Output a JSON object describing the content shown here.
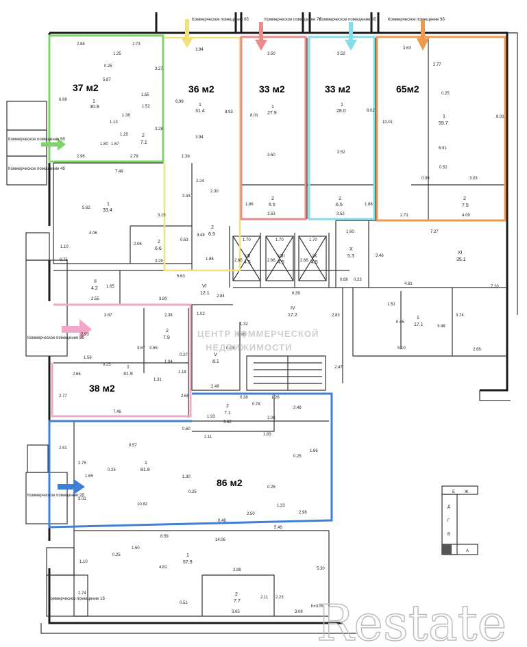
{
  "commercial_labels": {
    "p6b": "Коммерческое помещение 6б",
    "p7b": "Коммерческое помещение 7б",
    "p8b": "Коммерческое помещение 8б",
    "p9b": "Коммерческое помещение 9б",
    "p5b": "Коммерческое помещение 5б",
    "p4b": "Коммерческое помещение 4б",
    "p3b": "Коммерческое помещение 3б",
    "p2b": "Коммерческое помещение 2б",
    "p1b": "Коммерческое помещение 1б"
  },
  "areas": {
    "a37": "37 м2",
    "a36": "36 м2",
    "a33a": "33 м2",
    "a33b": "33 м2",
    "a65": "65м2",
    "a38": "38 м2",
    "a86": "86 м2"
  },
  "rooms": {
    "r37_1": "1",
    "r37_1v": "30.8",
    "r37_2": "2",
    "r37_2v": "7.1",
    "r36_1": "1",
    "r36_1v": "31.4",
    "r33a_1": "1",
    "r33a_1v": "27.9",
    "r33a_2": "2",
    "r33a_2v": "6.5",
    "r33b_1": "1",
    "r33b_1v": "28.0",
    "r33b_2": "2",
    "r33b_2v": "6.5",
    "r65_1": "1",
    "r65_1v": "59.7",
    "r65_2": "2",
    "r65_2v": "7.5",
    "r_mid1": "1",
    "r_mid1v": "33.4",
    "r_mid2": "2",
    "r_mid2v": "6.6",
    "r_mid3": "2",
    "r_mid3v": "6.9",
    "r_II": "II",
    "r_IIv": "4.2",
    "r_VI": "VI",
    "r_VIv": "12.1",
    "r_VII": "VII",
    "r_VIIv": "4.5",
    "r_VIII": "VIII",
    "r_VIIIv": "4.5",
    "r_IX": "IX",
    "r_IXv": "4.5",
    "r_X": "X",
    "r_Xv": "5.3",
    "r_XI": "XI",
    "r_XIv": "35.1",
    "r_IV": "IV",
    "r_IVv": "17.2",
    "r_V": "V",
    "r_Vv": "8.1",
    "r_r1": "1",
    "r_r1v": "17.1",
    "r38_1": "1",
    "r38_1v": "31.9",
    "r38_2": "2",
    "r38_2v": "7.9",
    "r86_1": "1",
    "r86_1v": "81.8",
    "r86_2": "2",
    "r86_2v": "7.1",
    "rb_1": "1",
    "rb_1v": "57.9",
    "rb_2": "2",
    "rb_2v": "7.7"
  },
  "dims": {
    "d288": "2.88",
    "d273": "2.73",
    "d125": "1.25",
    "d025a": "0.25",
    "d587": "5.87",
    "d327": "3.27",
    "d668": "6.68",
    "d165a": "1.65",
    "d152": "1.52",
    "d138a": "1.38",
    "d113": "1.13",
    "d128": "1.28",
    "d167": "1.67",
    "d180": "1.80",
    "d328": "3.28",
    "d296": "2.96",
    "d279": "2.79",
    "d394a": "3.94",
    "d699": "6.99",
    "d893": "8.93",
    "d394b": "3.94",
    "d138b": "1.38",
    "d350a": "3.50",
    "d801a": "8.01",
    "d350b": "3.50",
    "d352a": "3.52",
    "d802": "8.02",
    "d352b": "3.52",
    "d363": "3.63",
    "d277": "2.77",
    "d025b": "0.25",
    "d1001": "10.01",
    "d801b": "8.01",
    "d691": "6.91",
    "d052": "0.52",
    "d099": "0.99",
    "d303": "3.03",
    "d271": "2.71",
    "d409": "4.09",
    "d749": "7.49",
    "d562": "5.62",
    "d315": "3.15",
    "d343": "3.43",
    "d224": "2.24",
    "d230": "2.30",
    "d353": "3.53",
    "d352c": "3.52",
    "d186a": "1.86",
    "d186b": "1.86",
    "d406": "4.06",
    "d110a": "1.10",
    "d075": "0.75",
    "d206a": "2.06",
    "d329": "3.29",
    "d053": "0.53",
    "d348a": "3.48",
    "d186c": "1.86",
    "d170a": "1.70",
    "d170b": "1.70",
    "d170c": "1.70",
    "d266a": "2.66",
    "d266b": "2.66",
    "d266c": "2.66",
    "d160": "1.60",
    "d727": "7.27",
    "d346": "3.46",
    "d088": "0.88",
    "d023": "0.23",
    "d461": "4.61",
    "d720": "7.20",
    "d563": "5.63",
    "d165b": "1.65",
    "d255": "2.55",
    "d380": "3.80",
    "d284": "2.84",
    "d639": "6.39",
    "d283": "2.83",
    "d151": "1.51",
    "d045": "0.45",
    "d348b": "3.48",
    "d374": "3.74",
    "d510": "5.10",
    "d266d": "2.66",
    "d387": "3.87",
    "d238": "2.38",
    "d293": "2.93",
    "d102": "1.02",
    "d132": "1.32",
    "d066": "0.66",
    "d063": "0.63",
    "d247": "2.47",
    "d367": "3.67",
    "d355": "3.55",
    "d156": "1.56",
    "d025c": "0.25",
    "d027": "0.27",
    "d104": "1.04",
    "d131": "1.31",
    "d118": "1.18",
    "d249": "2.49",
    "d266e": "2.66",
    "d277b": "2.77",
    "d266f": "2.66",
    "d746": "7.46",
    "d038": "0.38",
    "d126": "1.26",
    "d078": "0.78",
    "d348c": "3.48",
    "d193": "1.93",
    "d206b": "2.06",
    "d382": "3.82",
    "d060": "0.60",
    "d211": "2.11",
    "d183": "1.83",
    "d251": "2.51",
    "d957": "9.57",
    "d275": "2.75",
    "d025d": "0.25",
    "d166": "1.66",
    "d025e": "0.25",
    "d165c": "1.65",
    "d301": "3.01",
    "d130": "1.30",
    "d025f": "0.25",
    "d1082": "10.82",
    "d025g": "0.25",
    "d133": "1.33",
    "d250": "2.50",
    "d298": "2.98",
    "d048": "0.48",
    "d546": "5.46",
    "d859": "8.59",
    "d1406": "14.06",
    "d150": "1.50",
    "d025h": "0.25",
    "d110b": "1.10",
    "d481": "4.81",
    "d530": "5.30",
    "d289": "2.89",
    "d274": "2.74",
    "d211b": "2.11",
    "d223": "2.23",
    "d051": "0.51",
    "d365": "3.65",
    "d308": "3.08",
    "h": "h=3.45"
  },
  "compass": {
    "e": "Е",
    "zh": "Ж",
    "d": "Д",
    "g": "Г",
    "v": "В",
    "a": "А"
  },
  "watermark": {
    "brand": "Restate",
    "agency1": "ЦЕНТР КОММЕРЧЕСКОЙ",
    "agency2": "НЕДВИЖИМОСТИ"
  },
  "colors": {
    "green": "#7fd36b",
    "yellow": "#f2e07a",
    "red": "#e88c8c",
    "cyan": "#86dce8",
    "orange": "#ee9a4e",
    "pink": "#f0a7c8",
    "blue": "#3f7fd6"
  }
}
